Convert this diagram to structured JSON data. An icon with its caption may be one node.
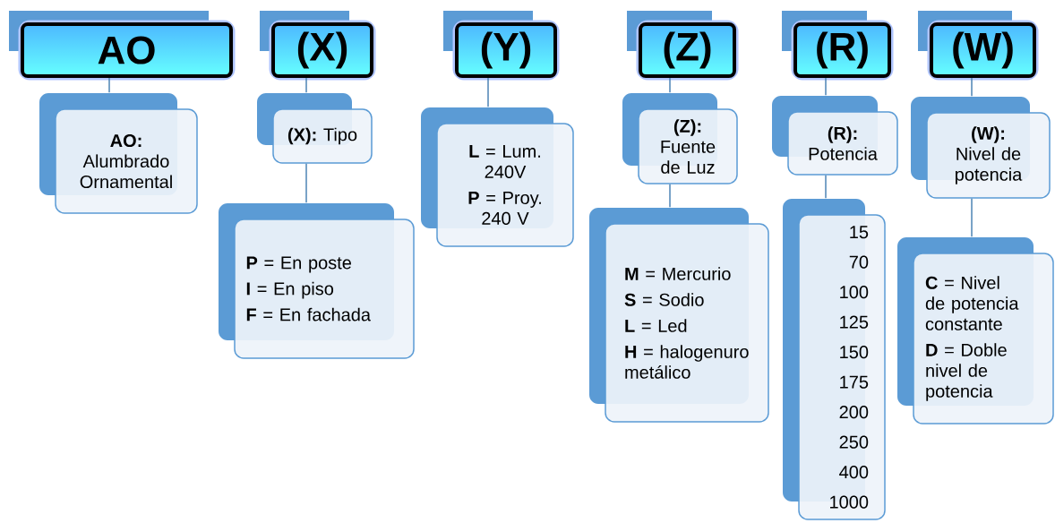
{
  "diagram": {
    "nodes": [
      {
        "text": [
          "AO"
        ]
      },
      {
        "text": [
          "(X)"
        ]
      },
      {
        "text": [
          "(Y)"
        ]
      },
      {
        "text": [
          "(Z)"
        ]
      },
      {
        "text": [
          "(R)"
        ]
      },
      {
        "text": [
          "(W)"
        ]
      },
      {
        "text": [
          "**AO:** Alumbrado Ornamental"
        ]
      },
      {
        "text": [
          "**(X):** Tipo"
        ]
      },
      {
        "text": [
          "**P** = En poste",
          "**I** = En piso",
          "**F** = En fachada"
        ]
      },
      {
        "text": [
          "**L** = Lum. 240V",
          "**P** = Proy. 240 V"
        ]
      },
      {
        "text": [
          "**(Z):** Fuente de Luz"
        ]
      },
      {
        "text": [
          "**M** = Mercurio",
          "**S** = Sodio",
          "**L** = Led",
          "**H** = halogenuro metálico"
        ]
      },
      {
        "text": [
          "**(R):** Potencia"
        ]
      },
      {
        "text": [
          "15",
          "70",
          "100",
          "125",
          "150",
          "175",
          "200",
          "250",
          "400",
          "1000"
        ]
      },
      {
        "text": [
          "**(W):** Nivel de potencia"
        ]
      },
      {
        "text": [
          "**C** = Nivel de potencia constante",
          "**D** = Doble nivel de potencia"
        ]
      }
    ],
    "edges": [
      {
        "from": 0,
        "to": 6,
        "arrow": "none"
      },
      {
        "from": 1,
        "to": 7,
        "arrow": "none"
      },
      {
        "from": 7,
        "to": 8,
        "arrow": "none"
      },
      {
        "from": 2,
        "to": 9,
        "arrow": "none"
      },
      {
        "from": 3,
        "to": 10,
        "arrow": "none"
      },
      {
        "from": 10,
        "to": 11,
        "arrow": "none"
      },
      {
        "from": 4,
        "to": 12,
        "arrow": "none"
      },
      {
        "from": 12,
        "to": 13,
        "arrow": "none"
      },
      {
        "from": 5,
        "to": 14,
        "arrow": "none"
      },
      {
        "from": 14,
        "to": 15,
        "arrow": "none"
      }
    ]
  }
}
